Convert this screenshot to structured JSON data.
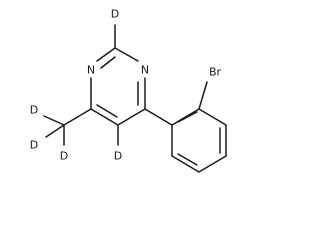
{
  "molecule": {
    "atoms": {
      "n1": "N",
      "n3": "N",
      "d2": "D",
      "d5": "D",
      "br": "Br",
      "dm1": "D",
      "dm2": "D",
      "dm3": "D"
    }
  }
}
